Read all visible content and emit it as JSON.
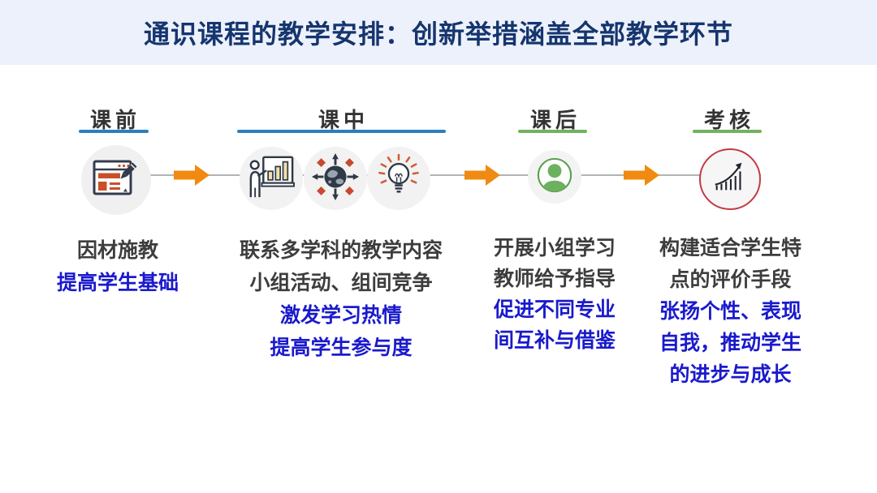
{
  "title": "通识课程的教学安排：创新举措涵盖全部教学环节",
  "colors": {
    "banner_bg": "#edf1fb",
    "title_text": "#15356e",
    "stage_label": "#333333",
    "blue_underline": "#2b80ba",
    "green_underline": "#72b25e",
    "arrow_orange": "#f08a10",
    "connector_gray": "#b3b3b3",
    "note_dark": "#3d3d3d",
    "note_blue": "#1a1acc",
    "icon_dark": "#2f3947",
    "icon_accent_red": "#c94f2b",
    "avatar_green": "#6db05f",
    "assessment_ring_red": "#c23b44"
  },
  "stages": [
    {
      "label": "课前",
      "icons": [
        "webpage-edit-icon"
      ],
      "notes": [
        {
          "text": "因材施教",
          "emphasis": false
        },
        {
          "text": "提高学生基础",
          "emphasis": true
        }
      ]
    },
    {
      "label": "课中",
      "icons": [
        "presenter-chart-icon",
        "globe-arrows-icon",
        "lightbulb-icon"
      ],
      "notes": [
        {
          "text": "联系多学科的教学内容",
          "emphasis": false
        },
        {
          "text": "小组活动、组间竞争",
          "emphasis": false
        },
        {
          "text": "激发学习热情",
          "emphasis": true
        },
        {
          "text": "提高学生参与度",
          "emphasis": true
        }
      ]
    },
    {
      "label": "课后",
      "icons": [
        "student-avatar-icon"
      ],
      "notes": [
        {
          "text": "开展小组学习",
          "emphasis": false
        },
        {
          "text": "教师给予指导",
          "emphasis": false
        },
        {
          "text": "促进不同专业",
          "emphasis": true
        },
        {
          "text": "间互补与借鉴",
          "emphasis": true
        }
      ]
    },
    {
      "label": "考核",
      "icons": [
        "growth-chart-icon"
      ],
      "notes": [
        {
          "text": "构建适合学生特",
          "emphasis": false
        },
        {
          "text": "点的评价手段",
          "emphasis": false
        },
        {
          "text": "张扬个性、表现",
          "emphasis": true
        },
        {
          "text": "自我，推动学生",
          "emphasis": true
        },
        {
          "text": "的进步与成长",
          "emphasis": true
        }
      ]
    }
  ]
}
